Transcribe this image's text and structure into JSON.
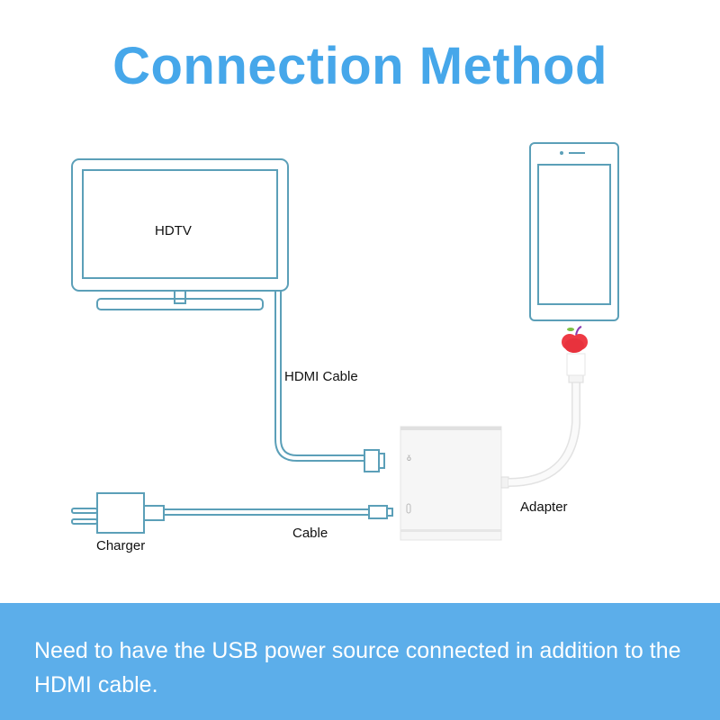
{
  "title": "Connection Method",
  "labels": {
    "hdtv": "HDTV",
    "hdmi_cable": "HDMI Cable",
    "adapter": "Adapter",
    "cable": "Cable",
    "charger": "Charger"
  },
  "note": "Need to have the USB power source connected in addition to the HDMI cable.",
  "colors": {
    "title": "#46a7ea",
    "line": "#5b9fb8",
    "band": "#5caeea"
  }
}
